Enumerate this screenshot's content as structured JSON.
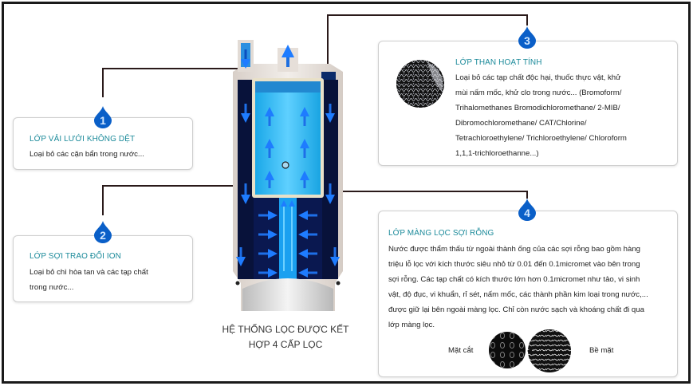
{
  "diagram": {
    "caption_line1": "Hệ thống lọc được kết",
    "caption_line2": "hợp 4 cấp lọc",
    "accent_color": "#1b8a9a",
    "drop_color": "#0a5fc8",
    "connector_color": "#2a1a1a"
  },
  "layers": [
    {
      "number": "1",
      "title": "Lớp vải lưới không dệt",
      "text": "Loại bỏ các cặn bẩn trong nước..."
    },
    {
      "number": "2",
      "title": "Lớp sợi trao đổi ION",
      "text_line1": "Loại bỏ chì hòa tan và các tạp chất",
      "text_line2": "trong nước..."
    },
    {
      "number": "3",
      "title": "Lớp than hoạt tính",
      "text_lines": [
        "Loại bỏ các tạp chất độc hại, thuốc thực vật, khử",
        "mùi nấm mốc, khử clo trong nước... (Bromoform/",
        "Trihalomethanes Bromodichloromethane/ 2-MIB/",
        "Dibromochloromethane/ CAT/Chlorine/",
        "Tetrachloroethylene/ Trichloroethylene/ Chloroform",
        "1,1,1-trichloroethanne...)"
      ],
      "image": "activated-carbon-texture"
    },
    {
      "number": "4",
      "title": "Lớp màng lọc sợi rỗng",
      "text_lines": [
        "Nước được thẩm thấu từ ngoài thành ống của các sợi rỗng bao gồm hàng",
        "triệu lỗ lọc với kích thước siêu nhỏ từ 0.01 đến 0.1micromet vào bên trong",
        "sợi rỗng. Các tạp chất có kích thước lớn hơn 0.1micromet như tảo, vi sinh",
        "vật, độ đục, vi khuẩn, rỉ sét, nấm mốc, các thành phần kim loại trong nước,...",
        "được giữ lại bên ngoài màng lọc. Chỉ còn nước sạch và khoáng chất đi qua",
        "lớp màng lọc."
      ],
      "image_labels": {
        "cross_section": "Mặt cắt",
        "surface": "Bề mặt"
      }
    }
  ]
}
